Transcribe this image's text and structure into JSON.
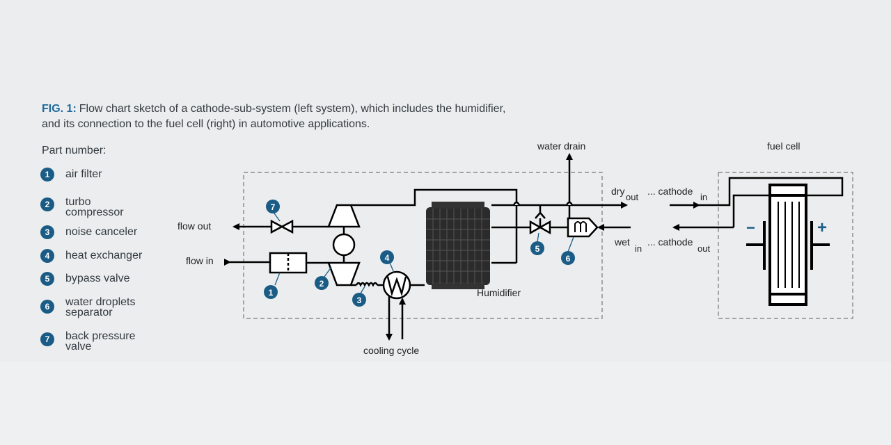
{
  "caption": {
    "fig_label": "FIG. 1:",
    "text_line1": "Flow chart sketch of a cathode-sub-system (left system), which includes the humidifier,",
    "text_line2": "and its connection to the fuel cell (right) in automotive applications."
  },
  "parts": {
    "title": "Part number:",
    "items": [
      {
        "num": "1",
        "label": "air filter"
      },
      {
        "num": "2",
        "label": "turbo compressor"
      },
      {
        "num": "3",
        "label": "noise canceler"
      },
      {
        "num": "4",
        "label": "heat exchanger"
      },
      {
        "num": "5",
        "label": "bypass valve"
      },
      {
        "num": "6",
        "label": "water droplets separator"
      },
      {
        "num": "7",
        "label": "back pressure valve"
      }
    ]
  },
  "diagram": {
    "water_drain": "water drain",
    "fuel_cell": "fuel cell",
    "flow_out": "flow out",
    "flow_in": "flow in",
    "cooling_cycle": "cooling cycle",
    "humidifier": "Humidifier",
    "dry": "dry",
    "out": "out",
    "wet": "wet",
    "in": "in",
    "cathode_in_prefix": "... cathode",
    "cathode_in_sub": "in",
    "cathode_out_prefix": "... cathode",
    "cathode_out_sub": "out",
    "plus": "+",
    "minus": "−"
  },
  "colors": {
    "accent": "#1a5c85",
    "fig_label": "#1d6a9c",
    "line": "#000000"
  }
}
